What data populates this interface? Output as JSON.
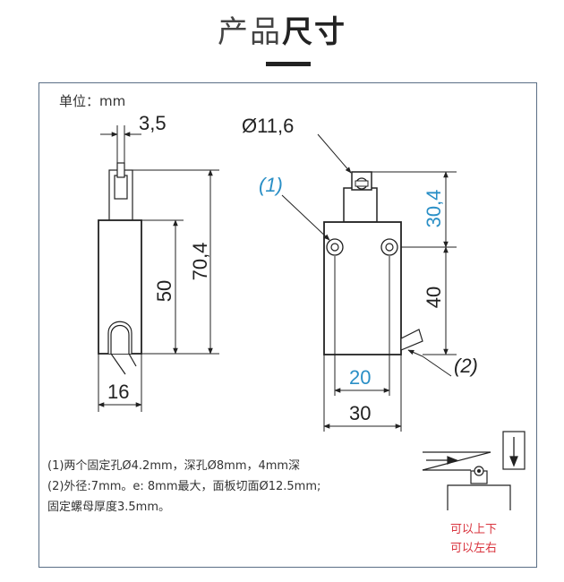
{
  "header": {
    "title_light": "产品",
    "title_bold": "尺寸"
  },
  "unit_label": "单位：mm",
  "dimensions": {
    "pin_width": "3,5",
    "roller_dia": "Ø11,6",
    "hole_ref": "(1)",
    "overall_height": "70,4",
    "body_height": "50",
    "roller_height": "30,4",
    "right_height": "40",
    "side_width": "16",
    "hole_spacing": "20",
    "front_width": "30",
    "cable_ref": "(2)"
  },
  "notes": {
    "line1": "(1)两个固定孔Ø4.2mm，深孔Ø8mm，4mm深",
    "line2": "(2)外径:7mm。e: 8mm最大，面板切面Ø12.5mm;",
    "line3": "固定螺母厚度3.5mm。"
  },
  "actuation": {
    "line1": "可以上下",
    "line2": "可以左右"
  },
  "colors": {
    "dim_blue": "#2a8fc6",
    "note_red": "#d9343e"
  }
}
